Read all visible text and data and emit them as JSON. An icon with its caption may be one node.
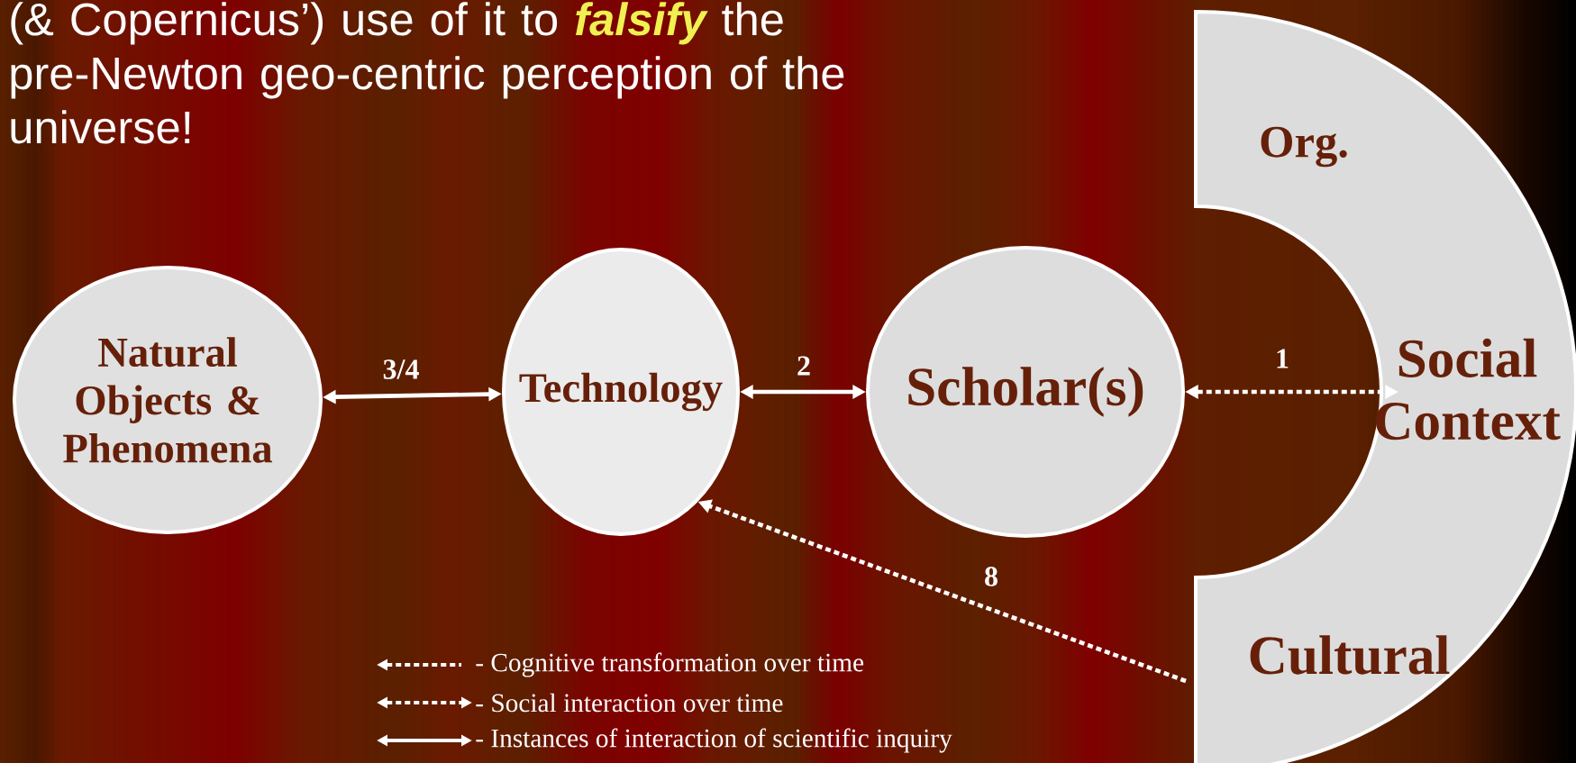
{
  "diagram": {
    "nodes": [
      {
        "text": [
          "Natural Objects & Phenomena"
        ]
      },
      {
        "text": [
          "Technology"
        ]
      },
      {
        "text": [
          "Scholar(s)"
        ]
      },
      {
        "text": [
          "Org.",
          "Social Context",
          "Cultural"
        ]
      }
    ],
    "edges": [
      {
        "from": 0,
        "to": 1,
        "arrow": "both",
        "label": "3/4"
      },
      {
        "from": 1,
        "to": 2,
        "arrow": "both",
        "label": "2"
      },
      {
        "from": 2,
        "to": 3,
        "arrow": "both",
        "label": "1",
        "style": "dashed"
      },
      {
        "from": 3,
        "to": 1,
        "arrow": "to",
        "label": "8",
        "style": "dashed"
      }
    ],
    "labels": [
      "(& Copernicus’) use of it to **falsify** the pre-Newton geo-centric perception of the universe!"
    ],
    "legend": [
      {
        "text": "- Cognitive transformation over time"
      },
      {
        "text": "- Social interaction over time"
      },
      {
        "text": "- Instances of interaction of scientific inquiry"
      }
    ]
  }
}
